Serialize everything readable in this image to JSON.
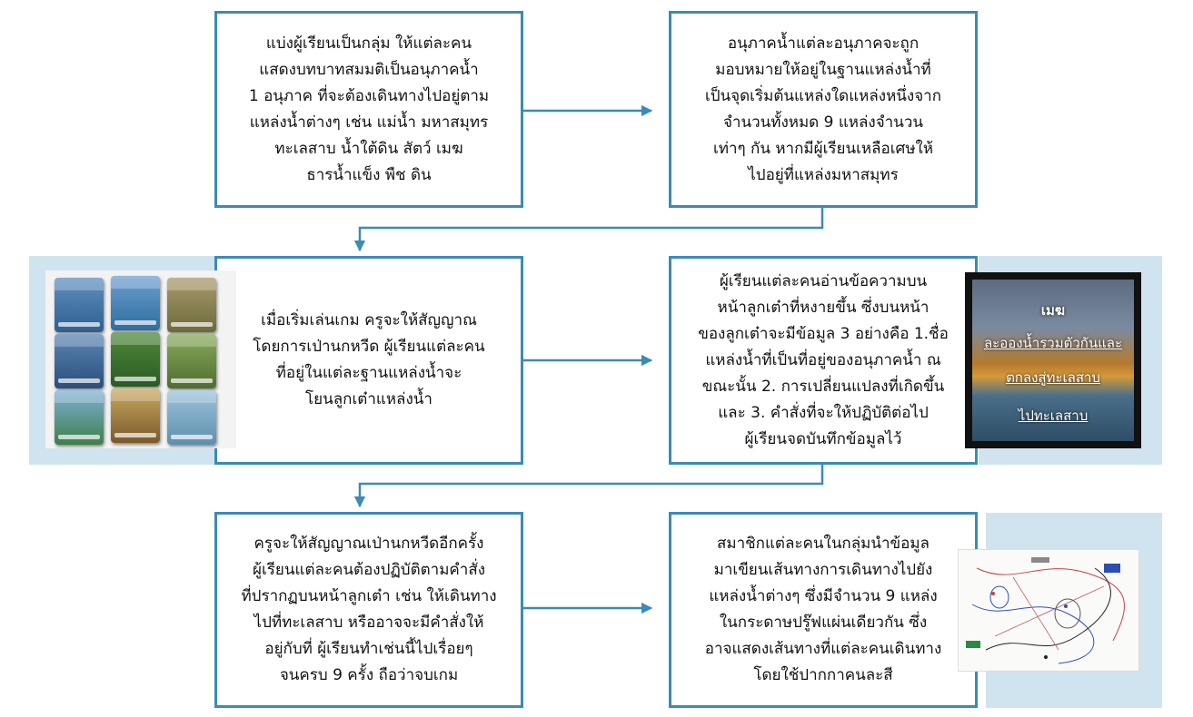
{
  "steps": [
    {
      "text": "แบ่งผู้เรียนเป็นกลุ่ม ให้แต่ละคน\nแสดงบทบาทสมมติเป็นอนุภาคน้ำ\n1 อนุภาค ที่จะต้องเดินทางไปอยู่ตาม\nแหล่งน้ำต่างๆ  เช่น แม่น้ำ มหาสมุทร\nทะเลสาบ น้ำใต้ดิน สัตว์ เมฆ\nธารน้ำแข็ง พืช ดิน"
    },
    {
      "text": "อนุภาคน้ำแต่ละอนุภาคจะถูก\nมอบหมายให้อยู่ในฐานแหล่งน้ำที่\nเป็นจุดเริ่มต้นแหล่งใดแหล่งหนึ่งจาก\nจำนวนทั้งหมด 9 แหล่งจำนวน\nเท่าๆ กัน หากมีผู้เรียนเหลือเศษให้\nไปอยู่ที่แหล่งมหาสมุทร"
    },
    {
      "text": "เมื่อเริ่มเล่นเกม ครูจะให้สัญญาณ\nโดยการเป่านกหวีด  ผู้เรียนแต่ละคน\nที่อยู่ในแต่ละฐานแหล่งน้ำจะ\nโยนลูกเต๋าแหล่งน้ำ"
    },
    {
      "text": "ผู้เรียนแต่ละคนอ่านข้อความบน\nหน้าลูกเต๋าที่หงายขึ้น ซึ่งบนหน้า\nของลูกเต๋าจะมีข้อมูล 3 อย่างคือ 1.ชื่อ\nแหล่งน้ำที่เป็นที่อยู่ของอนุภาคน้ำ ณ\nขณะนั้น  2. การเปลี่ยนแปลงที่เกิดขึ้น\nและ 3. คำสั่งที่จะให้ปฏิบัติต่อไป\nผู้เรียนจดบันทึกข้อมูลไว้"
    },
    {
      "text": "ครูจะให้สัญญาณเป่านกหวีดอีกครั้ง\nผู้เรียนแต่ละคนต้องปฏิบัติตามคำสั่ง\nที่ปรากฏบนหน้าลูกเต๋า  เช่น ให้เดินทาง\nไปที่ทะเลสาบ   หรืออาจจะมีคำสั่งให้\nอยู่กับที่   ผู้เรียนทำเช่นนี้ไปเรื่อยๆ\nจนครบ 9 ครั้ง  ถือว่าจบเกม"
    },
    {
      "text": "สมาชิกแต่ละคนในกลุ่มนำข้อมูล\nมาเขียนเส้นทางการเดินทางไปยัง\nแหล่งน้ำต่างๆ ซึ่งมีจำนวน 9 แหล่ง\nในกระดาษปรู๊ฟแผ่นเดียวกัน ซึ่ง\nอาจแสดงเส้นทางที่แต่ละคนเดินทาง\nโดยใช้ปากกาคนละสี"
    }
  ],
  "cloud_card": {
    "title": "เมฆ",
    "line1": "ละอองน้ำรวมตัวกันและ",
    "line2": "ตกลงสู่ทะเลสาบ",
    "line3": "ไปทะเลสาบ"
  },
  "colors": {
    "border": "#3a8bb6",
    "arrow": "#3a8bb6",
    "panel": "#cfe4ef"
  },
  "icons": {
    "cube_photo": "water-source-dice-photo",
    "cloud_photo": "cloud-dice-face-photo",
    "map_photo": "hand-drawn-route-map-photo"
  }
}
